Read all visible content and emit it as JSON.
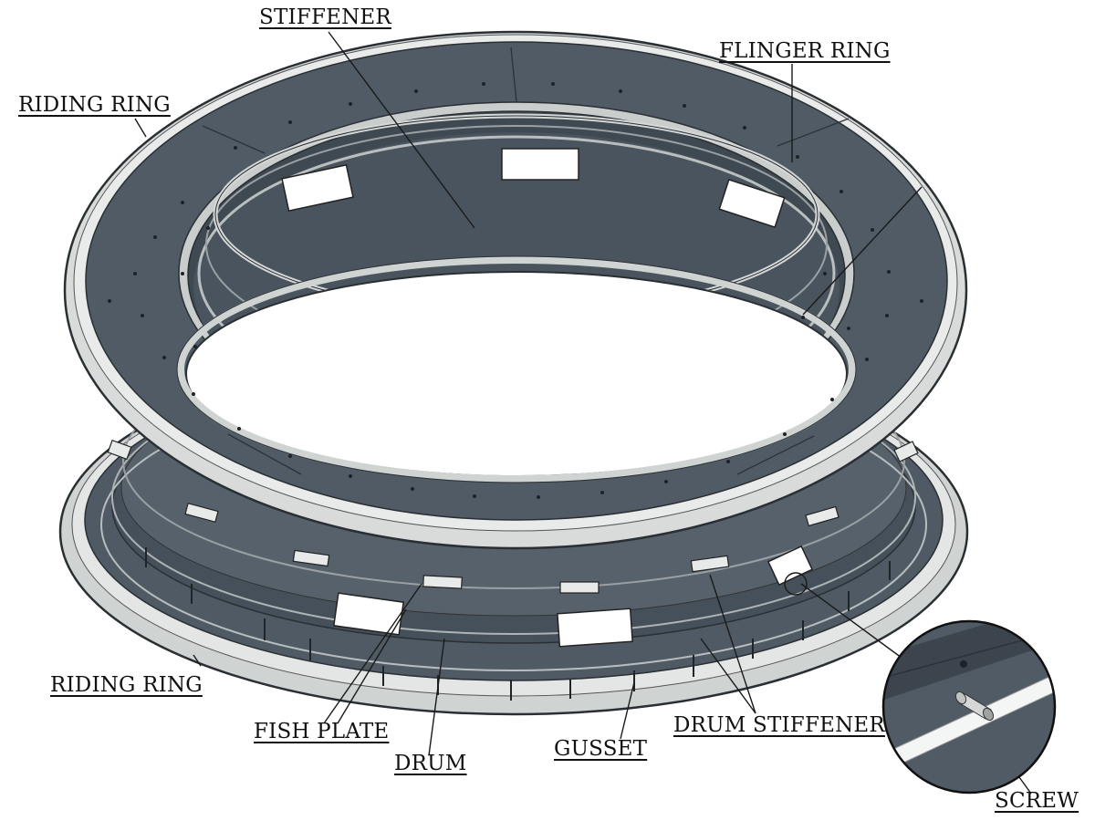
{
  "labels": {
    "stiffener": "STIFFENER",
    "flinger_ring": "FLINGER RING",
    "riding_ring_top": "RIDING RING",
    "riding_ring_bottom": "RIDING RING",
    "fish_plate": "FISH PLATE",
    "drum": "DRUM",
    "gusset": "GUSSET",
    "drum_stiffener": "DRUM STIFFENER",
    "screw": "SCREW"
  },
  "colors": {
    "steel": "#4f5a64",
    "steel_dark": "#39424b",
    "steel_light": "#6a757f",
    "rim": "#d6d9d8",
    "background": "#ffffff"
  }
}
